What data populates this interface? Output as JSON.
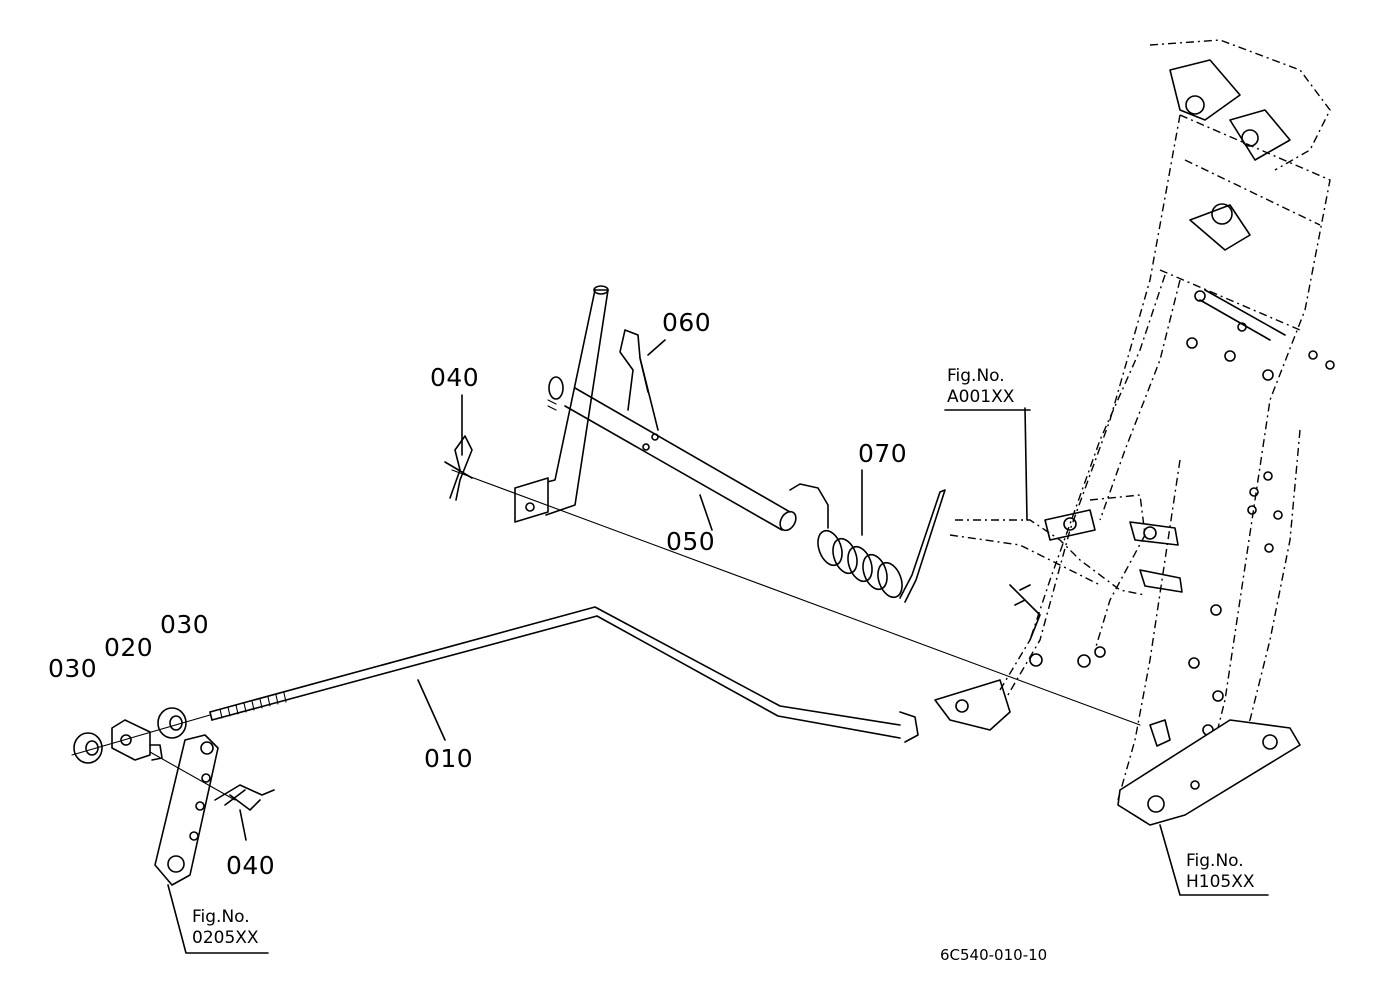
{
  "parts": {
    "p010": "010",
    "p020": "020",
    "p030a": "030",
    "p030b": "030",
    "p040a": "040",
    "p040b": "040",
    "p050": "050",
    "p060": "060",
    "p070": "070"
  },
  "figrefs": {
    "a001": {
      "label": "Fig.No.",
      "code": "A001XX"
    },
    "h105": {
      "label": "Fig.No.",
      "code": "H105XX"
    },
    "o205": {
      "label": "Fig.No.",
      "code": "0205XX"
    }
  },
  "drawing_number": "6C540-010-10"
}
